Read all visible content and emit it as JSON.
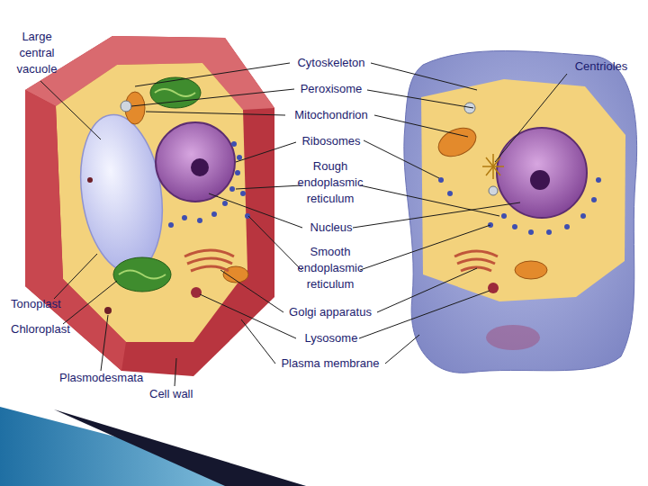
{
  "diagram": {
    "labels": [
      "Large central vacuole",
      "Cytoskeleton",
      "Centrioles",
      "Peroxisome",
      "Mitochondrion",
      "Ribosomes",
      "Rough endoplasmic reticulum",
      "Nucleus",
      "Smooth endoplasmic reticulum",
      "Golgi apparatus",
      "Lysosome",
      "Plasma membrane",
      "Tonoplast",
      "Chloroplast",
      "Plasmodesmata",
      "Cell wall"
    ]
  }
}
